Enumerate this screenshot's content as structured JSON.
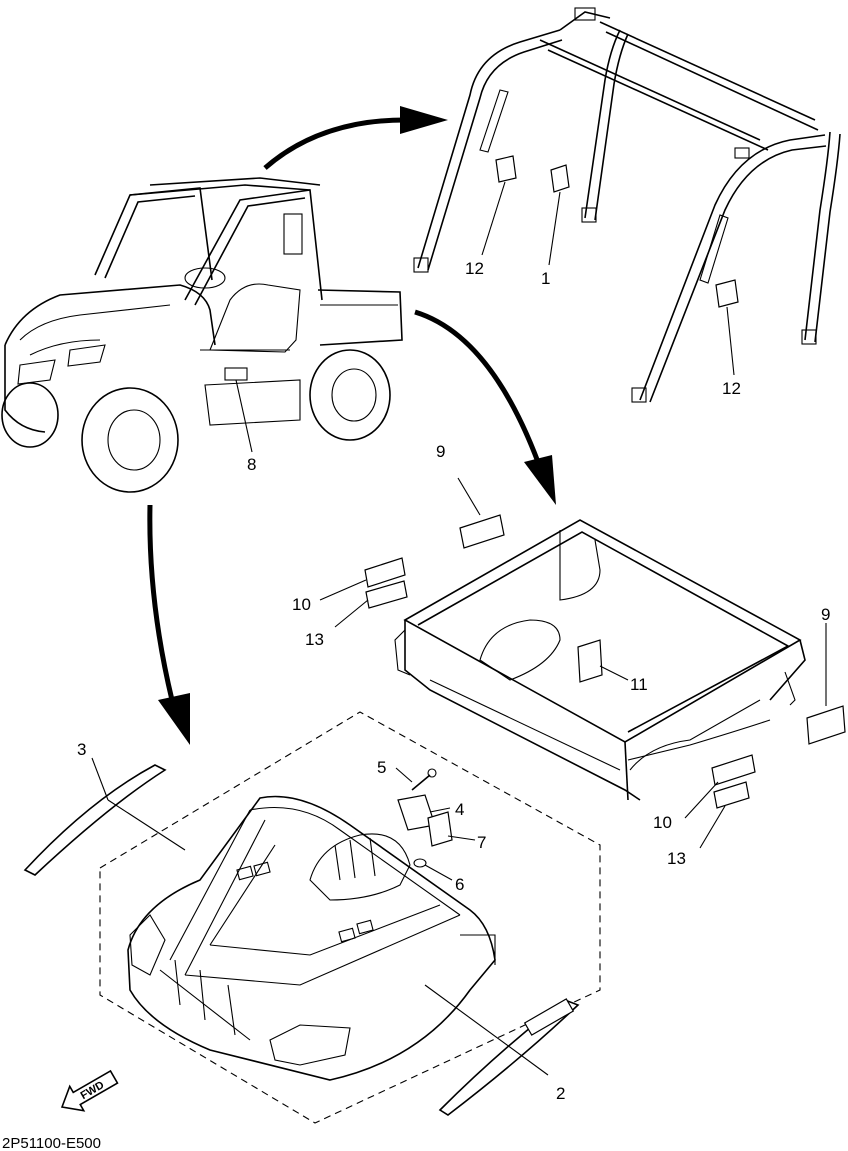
{
  "diagram": {
    "part_code": "2P51100-E500",
    "fwd_label": "FWD",
    "callouts": {
      "c1": "1",
      "c2": "2",
      "c3": "3",
      "c4": "4",
      "c5": "5",
      "c6": "6",
      "c7": "7",
      "c8": "8",
      "c9a": "9",
      "c9b": "9",
      "c10a": "10",
      "c10b": "10",
      "c11": "11",
      "c12a": "12",
      "c12b": "12",
      "c13a": "13",
      "c13b": "13"
    }
  }
}
